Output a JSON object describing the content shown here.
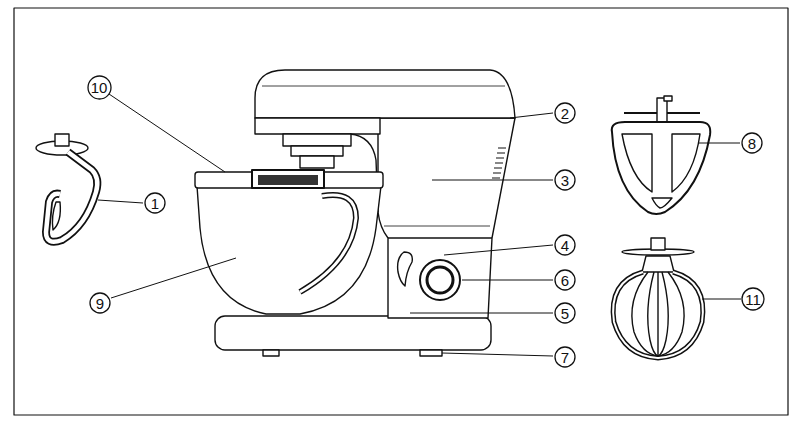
{
  "diagram": {
    "nodes": [
      {
        "text": [
          "10"
        ]
      },
      {
        "text": [
          "2"
        ]
      },
      {
        "text": [
          "8"
        ]
      },
      {
        "text": [
          "3"
        ]
      },
      {
        "text": [
          "1"
        ]
      },
      {
        "text": [
          "4"
        ]
      },
      {
        "text": [
          "6"
        ]
      },
      {
        "text": [
          "9"
        ]
      },
      {
        "text": [
          "5"
        ]
      },
      {
        "text": [
          "11"
        ]
      },
      {
        "text": [
          "7"
        ]
      }
    ]
  }
}
